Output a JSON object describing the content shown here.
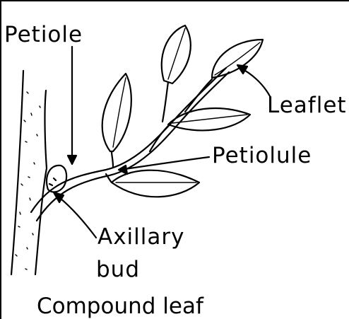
{
  "figure": {
    "labels": {
      "petiole": "Petiole",
      "leaflet": "Leaflet",
      "petiolule": "Petiolule",
      "axillary": "Axillary",
      "bud": "bud"
    },
    "caption": "Compound leaf",
    "colors": {
      "ink": "#000000",
      "paper": "#ffffff"
    }
  }
}
